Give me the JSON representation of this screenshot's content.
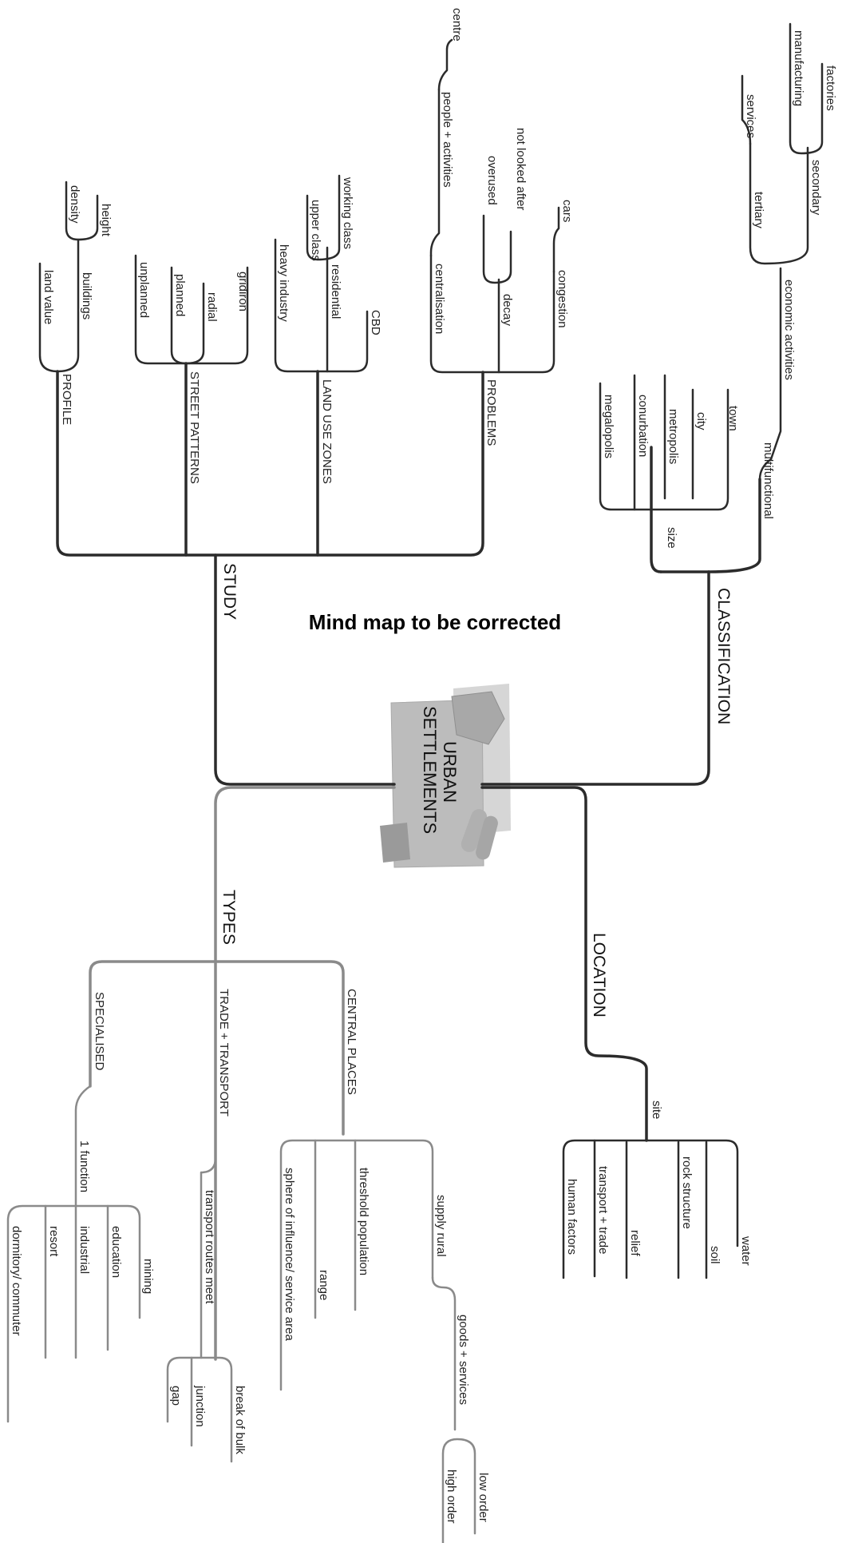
{
  "title": "Mind map to be corrected",
  "center": {
    "line1": "URBAN",
    "line2": "SETTLEMENTS"
  },
  "branches": {
    "study": "STUDY",
    "classification": "CLASSIFICATION",
    "types": "TYPES",
    "location": "LOCATION"
  },
  "study": {
    "profile": "PROFILE",
    "street_patterns": "STREET PATTERNS",
    "land_use_zones": "LAND USE ZONES",
    "problems": "PROBLEMS",
    "land_value": "land value",
    "buildings": "buildings",
    "density": "density",
    "height": "height",
    "unplanned": "unplanned",
    "planned": "planned",
    "radial": "radial",
    "gridiron": "gridiron",
    "heavy_industry": "heavy industry",
    "residential": "residential",
    "cbd": "CBD",
    "upper_class": "upper class",
    "working_class": "working class",
    "centralisation": "centralisation",
    "people_activities": "people + activities",
    "centre": "centre",
    "decay": "decay",
    "congestion": "congestion",
    "cars": "cars",
    "overused": "overused",
    "not_looked_after": "not looked after"
  },
  "classification": {
    "size": "size",
    "megalopolis": "megalopolis",
    "conurbation": "conurbation",
    "metropolis": "metropolis",
    "city": "city",
    "town": "town",
    "multifunctional": "multifunctional",
    "economic_activities": "economic activities",
    "tertiary": "tertiary",
    "services": "services",
    "secondary": "secondary",
    "manufacturing": "manufacturing",
    "factories": "factories"
  },
  "types": {
    "specialised": "SPECIALISED",
    "trade_transport": "TRADE + TRANSPORT",
    "central_places": "CENTRAL PLACES",
    "one_function": "1 function",
    "dormitory": "dormitory/ commuter",
    "resort": "resort",
    "industrial": "industrial",
    "education": "education",
    "mining": "mining",
    "transport_routes_meet": "transport routes meet",
    "gap": "gap",
    "junction": "junction",
    "break_of_bulk": "break of bulk",
    "sphere": "sphere of influence/ service area",
    "range": "range",
    "threshold": "threshold population",
    "supply_rural": "supply rural",
    "goods_services": "goods + services",
    "high_order": "high order",
    "low_order": "low order"
  },
  "location": {
    "site": "site",
    "human_factors": "human factors",
    "transport_trade": "transport + trade",
    "relief": "relief",
    "rock_structure": "rock structure",
    "soil": "soil",
    "water": "water"
  },
  "colors": {
    "dark_branch": "#2b2b2b",
    "grey_branch": "#8a8a8a",
    "center_box": "#b9b9b9"
  }
}
